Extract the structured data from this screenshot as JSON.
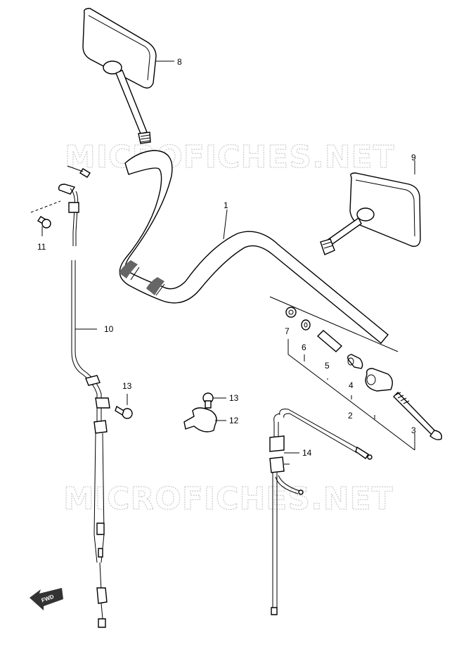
{
  "watermark": {
    "text_top": "MICROFICHES.NET",
    "text_bottom": "MICROFICHES.NET"
  },
  "direction_badge": {
    "text": "FWD"
  },
  "callouts": [
    {
      "id": "c1",
      "label": "1"
    },
    {
      "id": "c2",
      "label": "2"
    },
    {
      "id": "c3",
      "label": "3"
    },
    {
      "id": "c4",
      "label": "4"
    },
    {
      "id": "c5",
      "label": "5"
    },
    {
      "id": "c6",
      "label": "6"
    },
    {
      "id": "c7",
      "label": "7"
    },
    {
      "id": "c8",
      "label": "8"
    },
    {
      "id": "c9",
      "label": "9"
    },
    {
      "id": "c10",
      "label": "10"
    },
    {
      "id": "c11",
      "label": "11"
    },
    {
      "id": "c12",
      "label": "12"
    },
    {
      "id": "c13a",
      "label": "13"
    },
    {
      "id": "c13b",
      "label": "13"
    },
    {
      "id": "c14",
      "label": "14"
    }
  ]
}
